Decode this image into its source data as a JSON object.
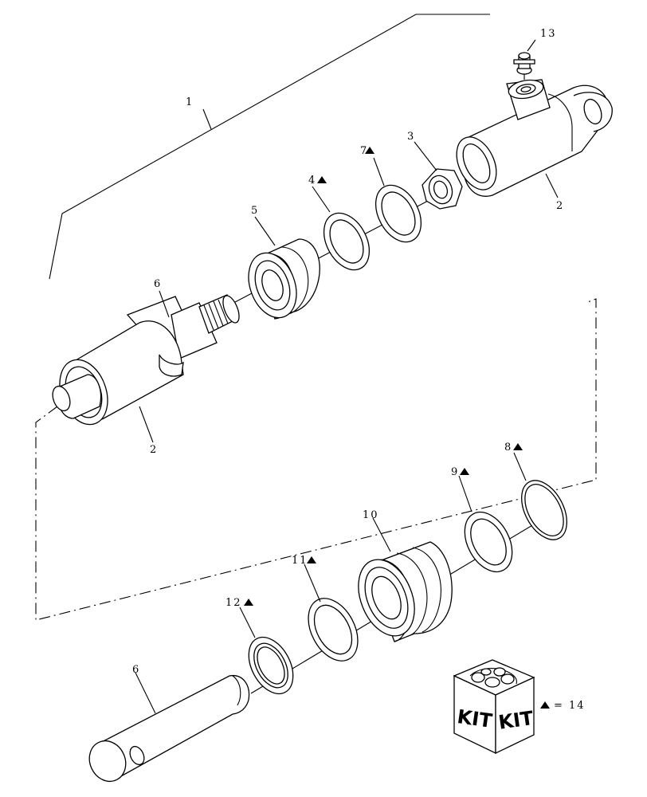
{
  "callouts": {
    "c1": "1",
    "c2a": "2",
    "c2b": "2",
    "c3": "3",
    "c4": "4",
    "c5": "5",
    "c6a": "6",
    "c6b": "6",
    "c7": "7",
    "c8": "8",
    "c9": "9",
    "c10": "10",
    "c11": "11",
    "c12": "12",
    "c13": "13"
  },
  "kit": {
    "box_left_label": "KIT",
    "box_right_label": "KIT",
    "legend_text": "= 14"
  },
  "icons": {
    "kit_marker": "triangle-icon",
    "kit_box": "kit-box-icon"
  }
}
